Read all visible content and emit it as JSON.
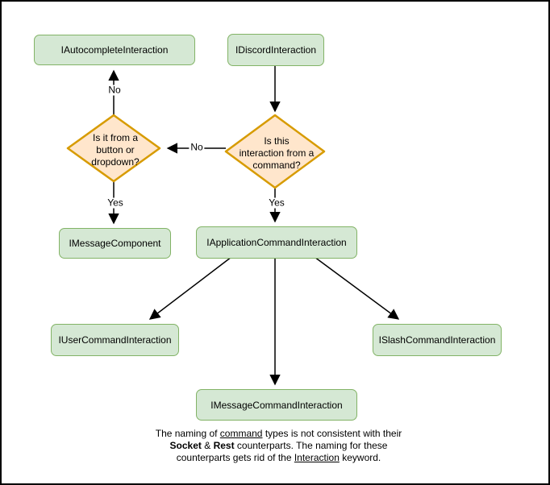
{
  "diagram": {
    "nodes": {
      "autocomplete": "IAutocompleteInteraction",
      "discord": "IDiscordInteraction",
      "message_component": "IMessageComponent",
      "application_command": "IApplicationCommandInteraction",
      "user_command": "IUserCommandInteraction",
      "slash_command": "ISlashCommandInteraction",
      "message_command": "IMessageCommandInteraction"
    },
    "decisions": {
      "button_dropdown": "Is it from a\nbutton or\ndropdown?",
      "from_command": "Is this\ninteraction from a\ncommand?"
    },
    "edge_labels": {
      "no_to_autocomplete": "No",
      "no_to_button_dropdown": "No",
      "yes_to_message_component": "Yes",
      "yes_to_application_command": "Yes"
    },
    "note": {
      "line1": {
        "pre": "The naming of ",
        "underline": "command",
        "post": " types is not consistent with their"
      },
      "line2": {
        "bold1": "Socket",
        "amp": " & ",
        "bold2": "Rest",
        "post": " counterparts. The naming for these"
      },
      "line3": {
        "pre": "counterparts gets rid of the ",
        "underline": "Interaction",
        "post": " keyword."
      }
    },
    "colors": {
      "node_fill": "#d5e8d4",
      "node_stroke": "#82b366",
      "decision_fill": "#ffe6cc",
      "decision_stroke": "#d79b00",
      "edge": "#000000",
      "background": "#ffffff"
    }
  }
}
